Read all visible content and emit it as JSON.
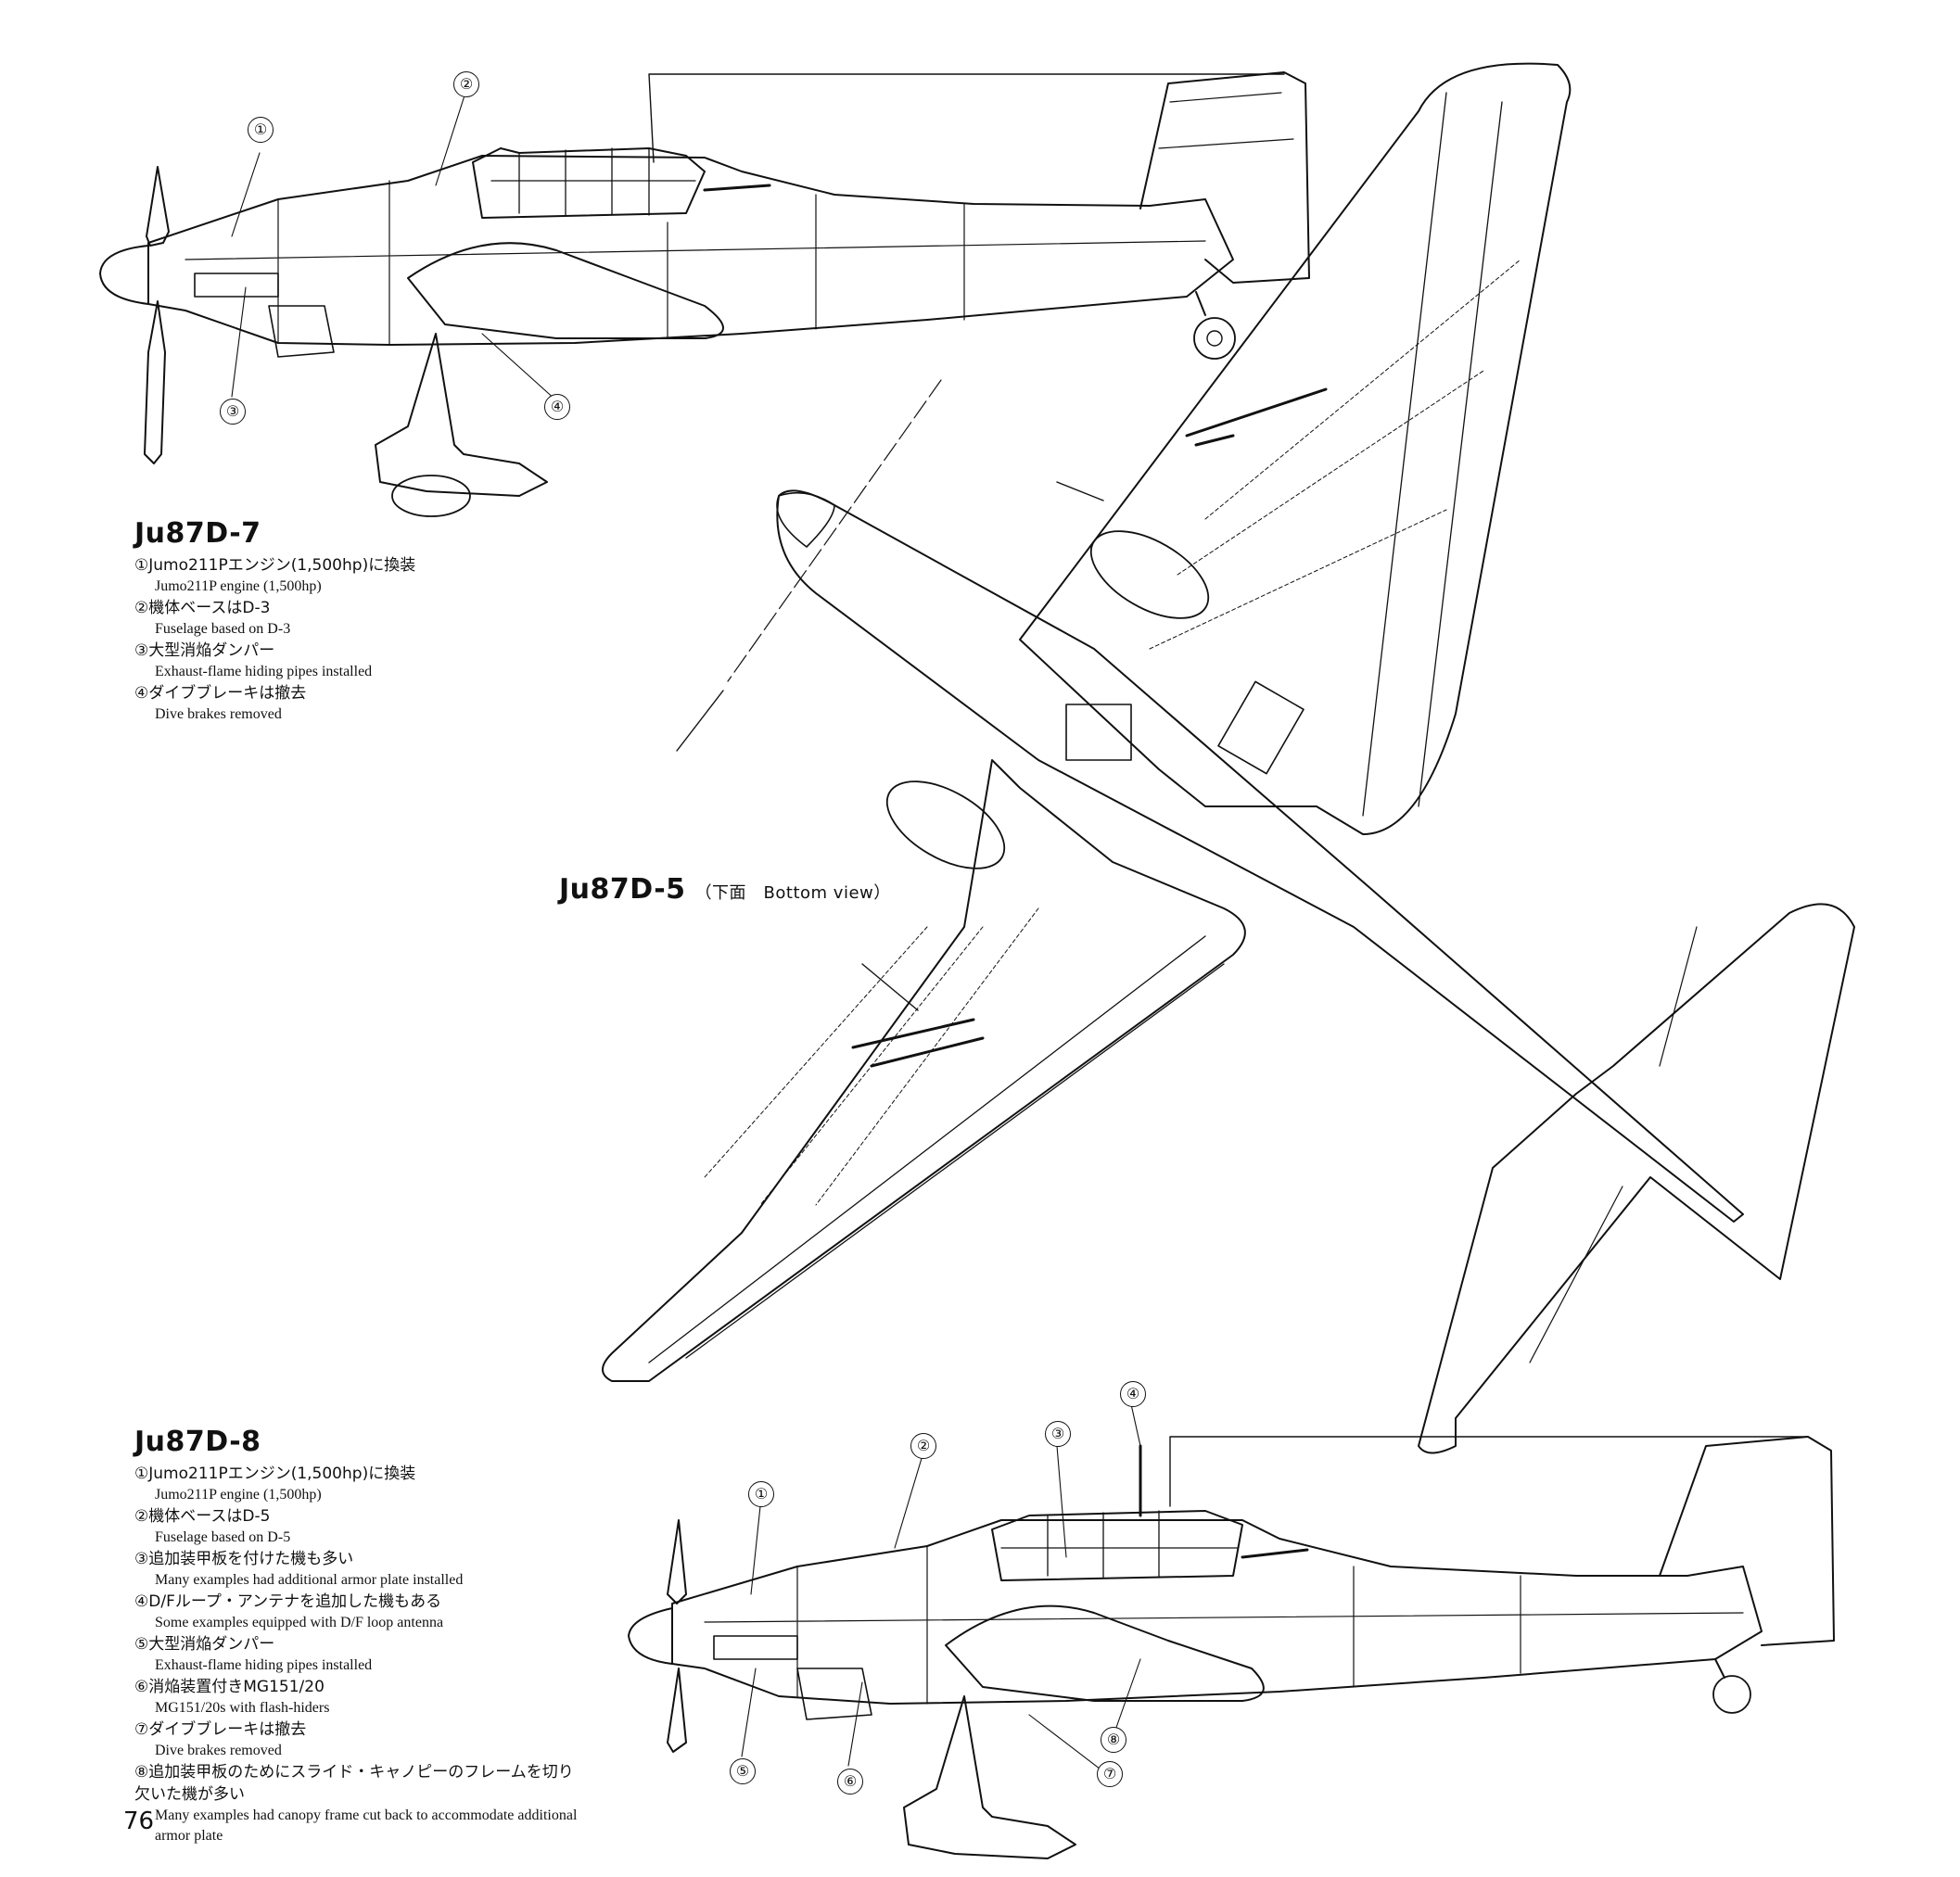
{
  "page_number": "76",
  "d7": {
    "title": "Ju87D-7",
    "notes": [
      {
        "num": "①",
        "jp": "Jumo211Pエンジン(1,500hp)に換装",
        "en": "Jumo211P engine (1,500hp)"
      },
      {
        "num": "②",
        "jp": "機体ベースはD-3",
        "en": "Fuselage based on D-3"
      },
      {
        "num": "③",
        "jp": "大型消焔ダンパー",
        "en": "Exhaust-flame hiding pipes installed"
      },
      {
        "num": "④",
        "jp": "ダイブブレーキは撤去",
        "en": "Dive brakes removed"
      }
    ]
  },
  "d5": {
    "title": "Ju87D-5",
    "subtitle": "（下面　Bottom view）"
  },
  "d8": {
    "title": "Ju87D-8",
    "notes": [
      {
        "num": "①",
        "jp": "Jumo211Pエンジン(1,500hp)に換装",
        "en": "Jumo211P engine (1,500hp)"
      },
      {
        "num": "②",
        "jp": "機体ベースはD-5",
        "en": "Fuselage based on D-5"
      },
      {
        "num": "③",
        "jp": "追加装甲板を付けた機も多い",
        "en": "Many examples had additional armor plate installed"
      },
      {
        "num": "④",
        "jp": "D/Fループ・アンテナを追加した機もある",
        "en": "Some examples equipped with D/F loop antenna"
      },
      {
        "num": "⑤",
        "jp": "大型消焔ダンパー",
        "en": "Exhaust-flame hiding pipes installed"
      },
      {
        "num": "⑥",
        "jp": "消焔装置付きMG151/20",
        "en": "MG151/20s with flash-hiders"
      },
      {
        "num": "⑦",
        "jp": "ダイブブレーキは撤去",
        "en": "Dive brakes removed"
      },
      {
        "num": "⑧",
        "jp": "追加装甲板のためにスライド・キャノピーのフレームを切り欠いた機が多い",
        "en": "Many examples had canopy frame cut back to accommodate additional armor plate"
      }
    ]
  },
  "callouts_top": [
    "①",
    "②",
    "③",
    "④"
  ],
  "callouts_bottom": [
    "①",
    "②",
    "③",
    "④",
    "⑤",
    "⑥",
    "⑦",
    "⑧"
  ]
}
